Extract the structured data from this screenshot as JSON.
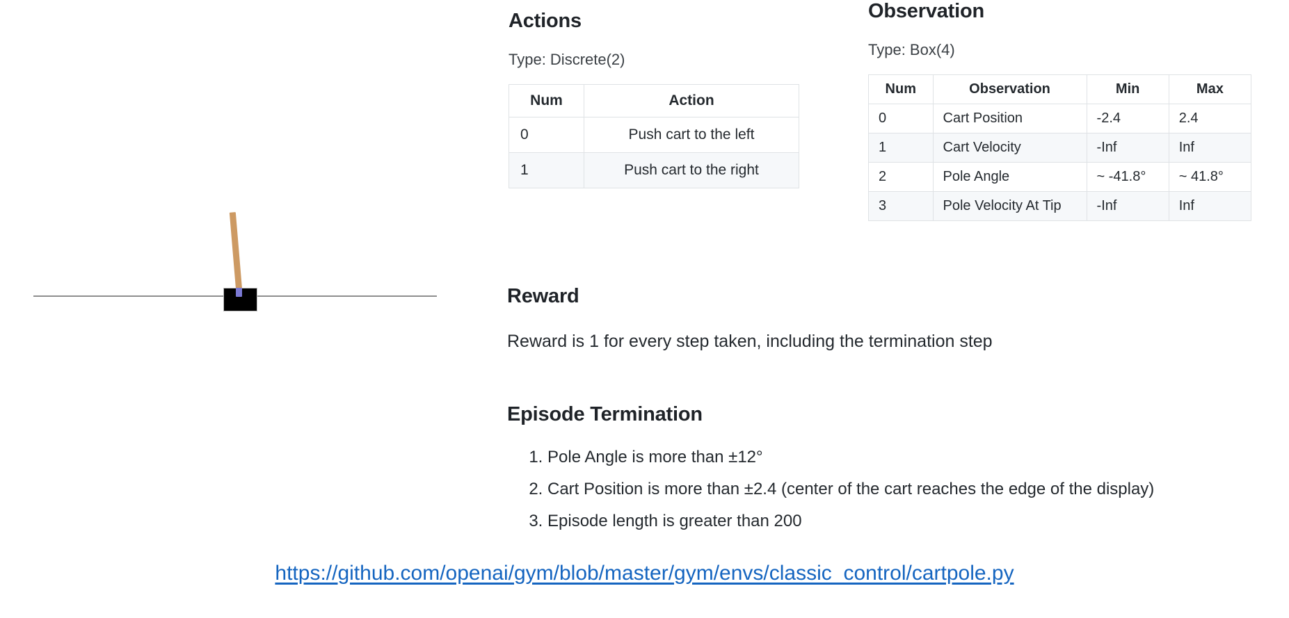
{
  "figure": {
    "name": "cartpole-illustration",
    "colors": {
      "cart": "#000000",
      "pole": "#cd9a63",
      "axle": "#7b79d4",
      "track": "#8d8d8d"
    }
  },
  "actions": {
    "heading": "Actions",
    "type_line": "Type: Discrete(2)",
    "table": {
      "columns": [
        "Num",
        "Action"
      ],
      "rows": [
        [
          "0",
          "Push cart to the left"
        ],
        [
          "1",
          "Push cart to the right"
        ]
      ]
    }
  },
  "observation": {
    "heading": "Observation",
    "type_line": "Type: Box(4)",
    "table": {
      "columns": [
        "Num",
        "Observation",
        "Min",
        "Max"
      ],
      "rows": [
        [
          "0",
          "Cart Position",
          "-2.4",
          "2.4"
        ],
        [
          "1",
          "Cart Velocity",
          "-Inf",
          "Inf"
        ],
        [
          "2",
          "Pole Angle",
          "~ -41.8°",
          "~ 41.8°"
        ],
        [
          "3",
          "Pole Velocity At Tip",
          "-Inf",
          "Inf"
        ]
      ]
    }
  },
  "reward": {
    "heading": "Reward",
    "text": "Reward is 1 for every step taken, including the termination step"
  },
  "termination": {
    "heading": "Episode Termination",
    "items": [
      "Pole Angle is more than ±12°",
      "Cart Position is more than ±2.4 (center of the cart reaches the edge of the display)",
      "Episode length is greater than 200"
    ]
  },
  "footer": {
    "link_text": "https://github.com/openai/gym/blob/master/gym/envs/classic_control/cartpole.py",
    "link_color": "#1565c0"
  }
}
